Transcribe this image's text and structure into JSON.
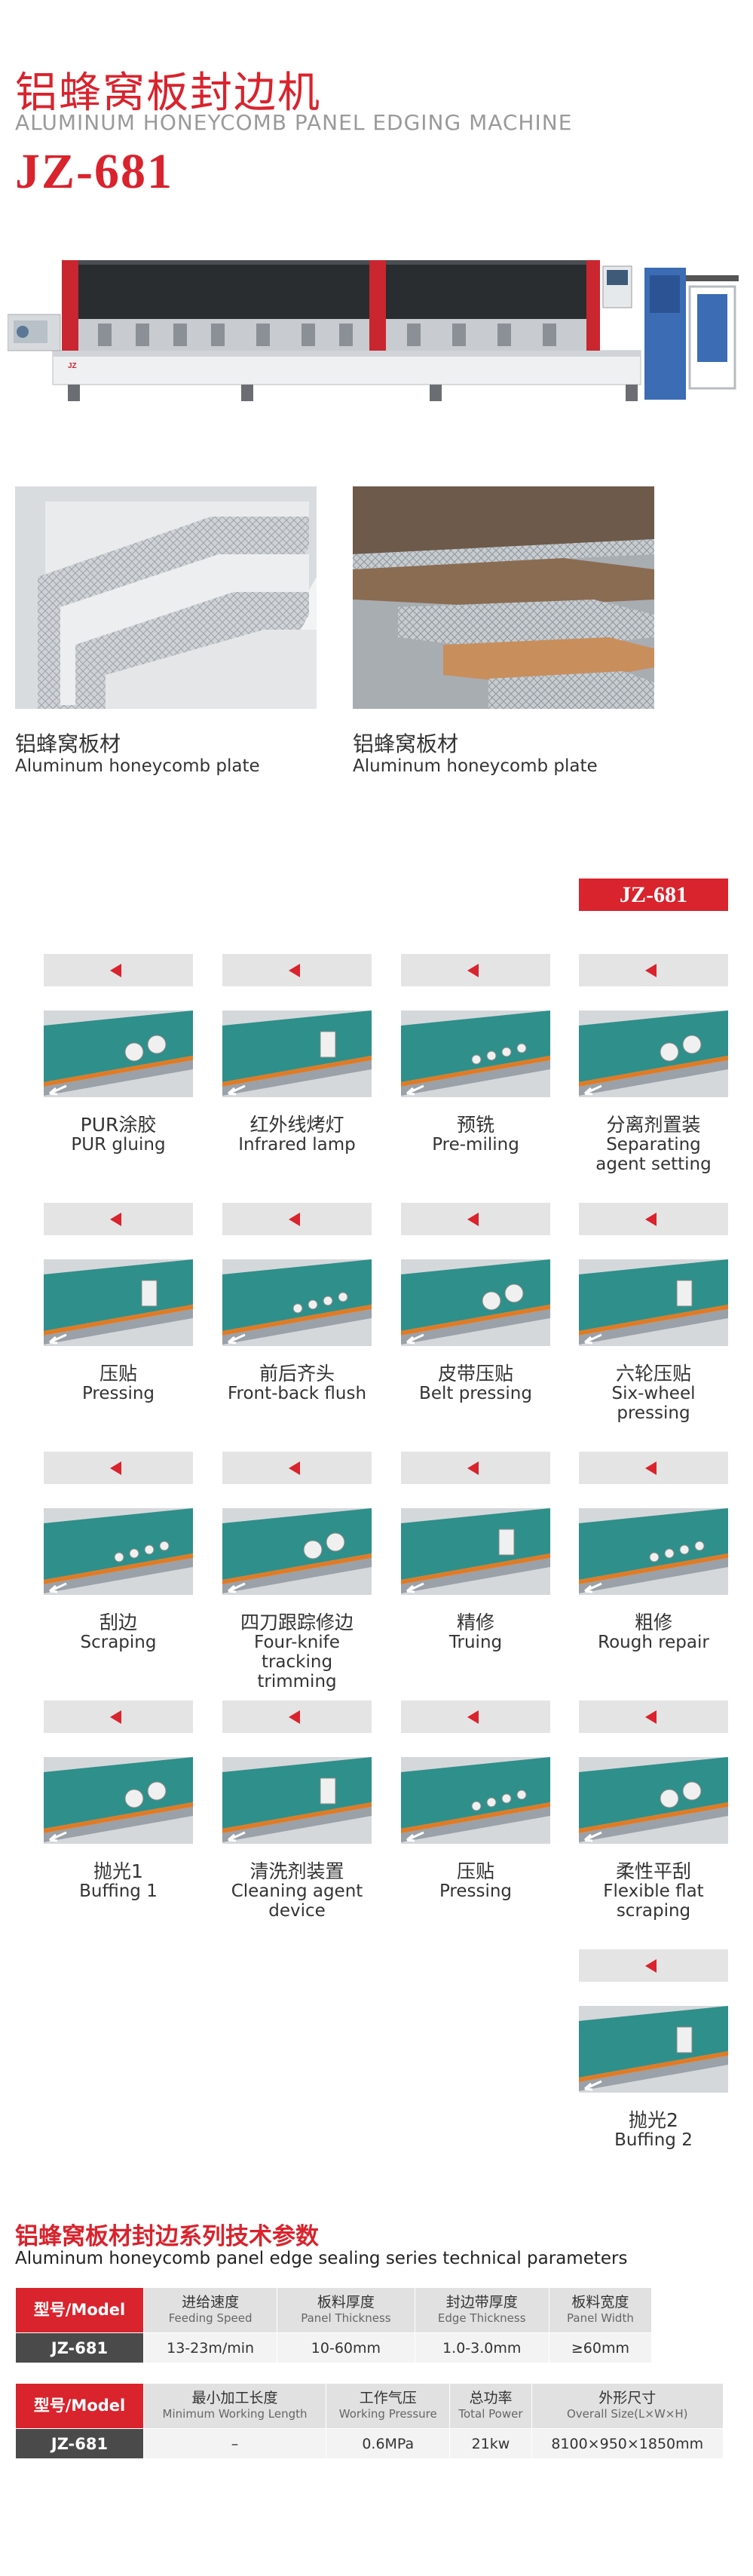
{
  "header": {
    "title_cn": "铝蜂窝板封边机",
    "title_en": "ALUMINUM HONEYCOMB PANEL EDGING MACHINE",
    "model": "JZ-681"
  },
  "machine": {
    "brand_label": "JZ"
  },
  "materials": [
    {
      "cn": "铝蜂窝板材",
      "en": "Aluminum honeycomb plate"
    },
    {
      "cn": "铝蜂窝板材",
      "en": "Aluminum honeycomb plate"
    }
  ],
  "process_model_badge": "JZ-681",
  "process": [
    {
      "cn": "PUR涂胶",
      "en": "PUR gluing"
    },
    {
      "cn": "红外线烤灯",
      "en": "Infrared lamp"
    },
    {
      "cn": "预铣",
      "en": "Pre-miling"
    },
    {
      "cn": "分离剂置装",
      "en": "Separating agent setting"
    },
    {
      "cn": "压贴",
      "en": "Pressing"
    },
    {
      "cn": "前后齐头",
      "en": "Front-back flush"
    },
    {
      "cn": "皮带压贴",
      "en": "Belt pressing"
    },
    {
      "cn": "六轮压贴",
      "en": "Six-wheel pressing"
    },
    {
      "cn": "刮边",
      "en": "Scraping"
    },
    {
      "cn": "四刀跟踪修边",
      "en": "Four-knife tracking trimming"
    },
    {
      "cn": "精修",
      "en": "Truing"
    },
    {
      "cn": "粗修",
      "en": "Rough repair"
    },
    {
      "cn": "抛光1",
      "en": "Buffing 1"
    },
    {
      "cn": "清洗剂装置",
      "en": "Cleaning agent device"
    },
    {
      "cn": "压贴",
      "en": "Pressing"
    },
    {
      "cn": "柔性平刮",
      "en": "Flexible flat scraping"
    },
    {
      "cn": "抛光2",
      "en": "Buffing 2"
    }
  ],
  "params": {
    "title_cn": "铝蜂窝板材封边系列技术参数",
    "title_en": "Aluminum honeycomb panel edge sealing series technical parameters",
    "table1": {
      "model_header": "型号/Model",
      "headers": [
        {
          "cn": "进给速度",
          "en": "Feeding Speed"
        },
        {
          "cn": "板料厚度",
          "en": "Panel Thickness"
        },
        {
          "cn": "封边带厚度",
          "en": "Edge Thickness"
        },
        {
          "cn": "板料宽度",
          "en": "Panel Width"
        }
      ],
      "row": {
        "model": "JZ-681",
        "values": [
          "13-23m/min",
          "10-60mm",
          "1.0-3.0mm",
          "≥60mm"
        ]
      }
    },
    "table2": {
      "model_header": "型号/Model",
      "headers": [
        {
          "cn": "最小加工长度",
          "en": "Minimum Working Length"
        },
        {
          "cn": "工作气压",
          "en": "Working Pressure"
        },
        {
          "cn": "总功率",
          "en": "Total Power"
        },
        {
          "cn": "外形尺寸",
          "en": "Overall Size(L×W×H)"
        }
      ],
      "row": {
        "model": "JZ-681",
        "values": [
          "–",
          "0.6MPa",
          "21kw",
          "8100×950×1850mm"
        ]
      }
    }
  },
  "colors": {
    "accent": "#d9232d",
    "panel_top": "#2f8f8a",
    "edge_band": "#e07b25",
    "bar_gray": "#e4e4e4"
  }
}
